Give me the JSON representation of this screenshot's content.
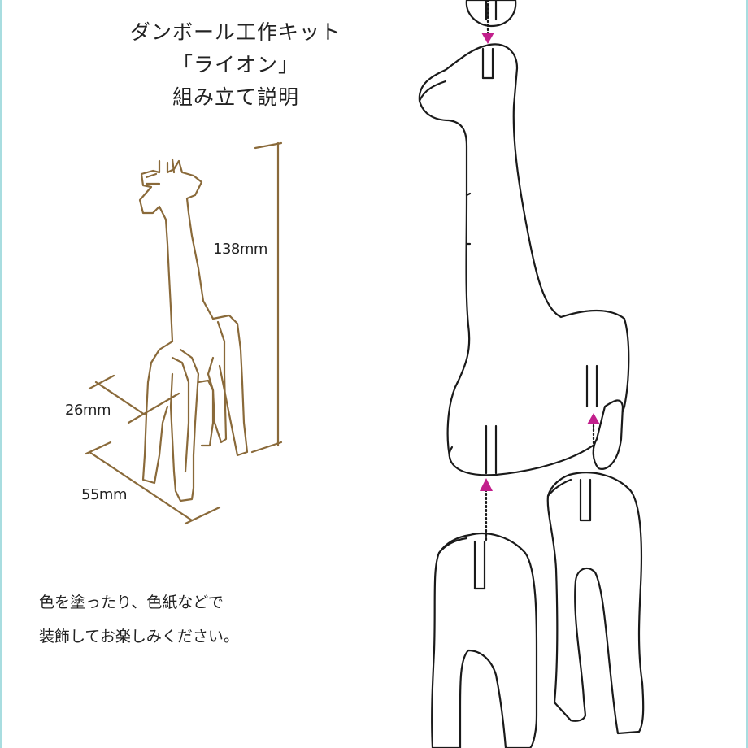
{
  "title": {
    "line1": "ダンボール工作キット",
    "line2": "「ライオン」",
    "line3": "組み立て説明"
  },
  "dimensions": {
    "height": "138mm",
    "depth": "26mm",
    "width": "55mm"
  },
  "note": {
    "line1": "色を塗ったり、色紙などで",
    "line2": "装飾してお楽しみください。"
  },
  "colors": {
    "frame": "#a8dde0",
    "small_figure": "#8a6a3a",
    "arrows": "#c21f8c",
    "outline": "#1a1a1a"
  }
}
